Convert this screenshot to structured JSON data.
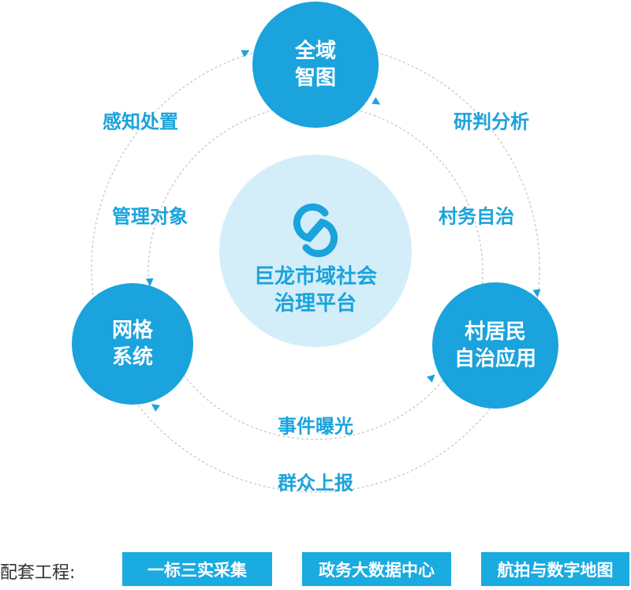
{
  "center": {
    "line1": "巨龙市域社会",
    "line2": "治理平台",
    "logo": "double-s-logo"
  },
  "nodes": {
    "top": {
      "line1": "全域",
      "line2": "智图"
    },
    "left": {
      "line1": "网格",
      "line2": "系统"
    },
    "right": {
      "line1": "村居民",
      "line2": "自治应用"
    }
  },
  "labels": {
    "outer_top_left": "感知处置",
    "outer_top_right": "研判分析",
    "inner_left": "管理对象",
    "inner_right": "村务自治",
    "inner_bottom": "事件曝光",
    "outer_bottom": "群众上报"
  },
  "footer": {
    "label": "配套工程:",
    "items": [
      "一标三实采集",
      "政务大数据中心",
      "航拍与数字地图"
    ]
  },
  "colors": {
    "primary": "#1aa3dc",
    "center_fill": "#d3eef9",
    "dash": "#c8c8c8"
  }
}
